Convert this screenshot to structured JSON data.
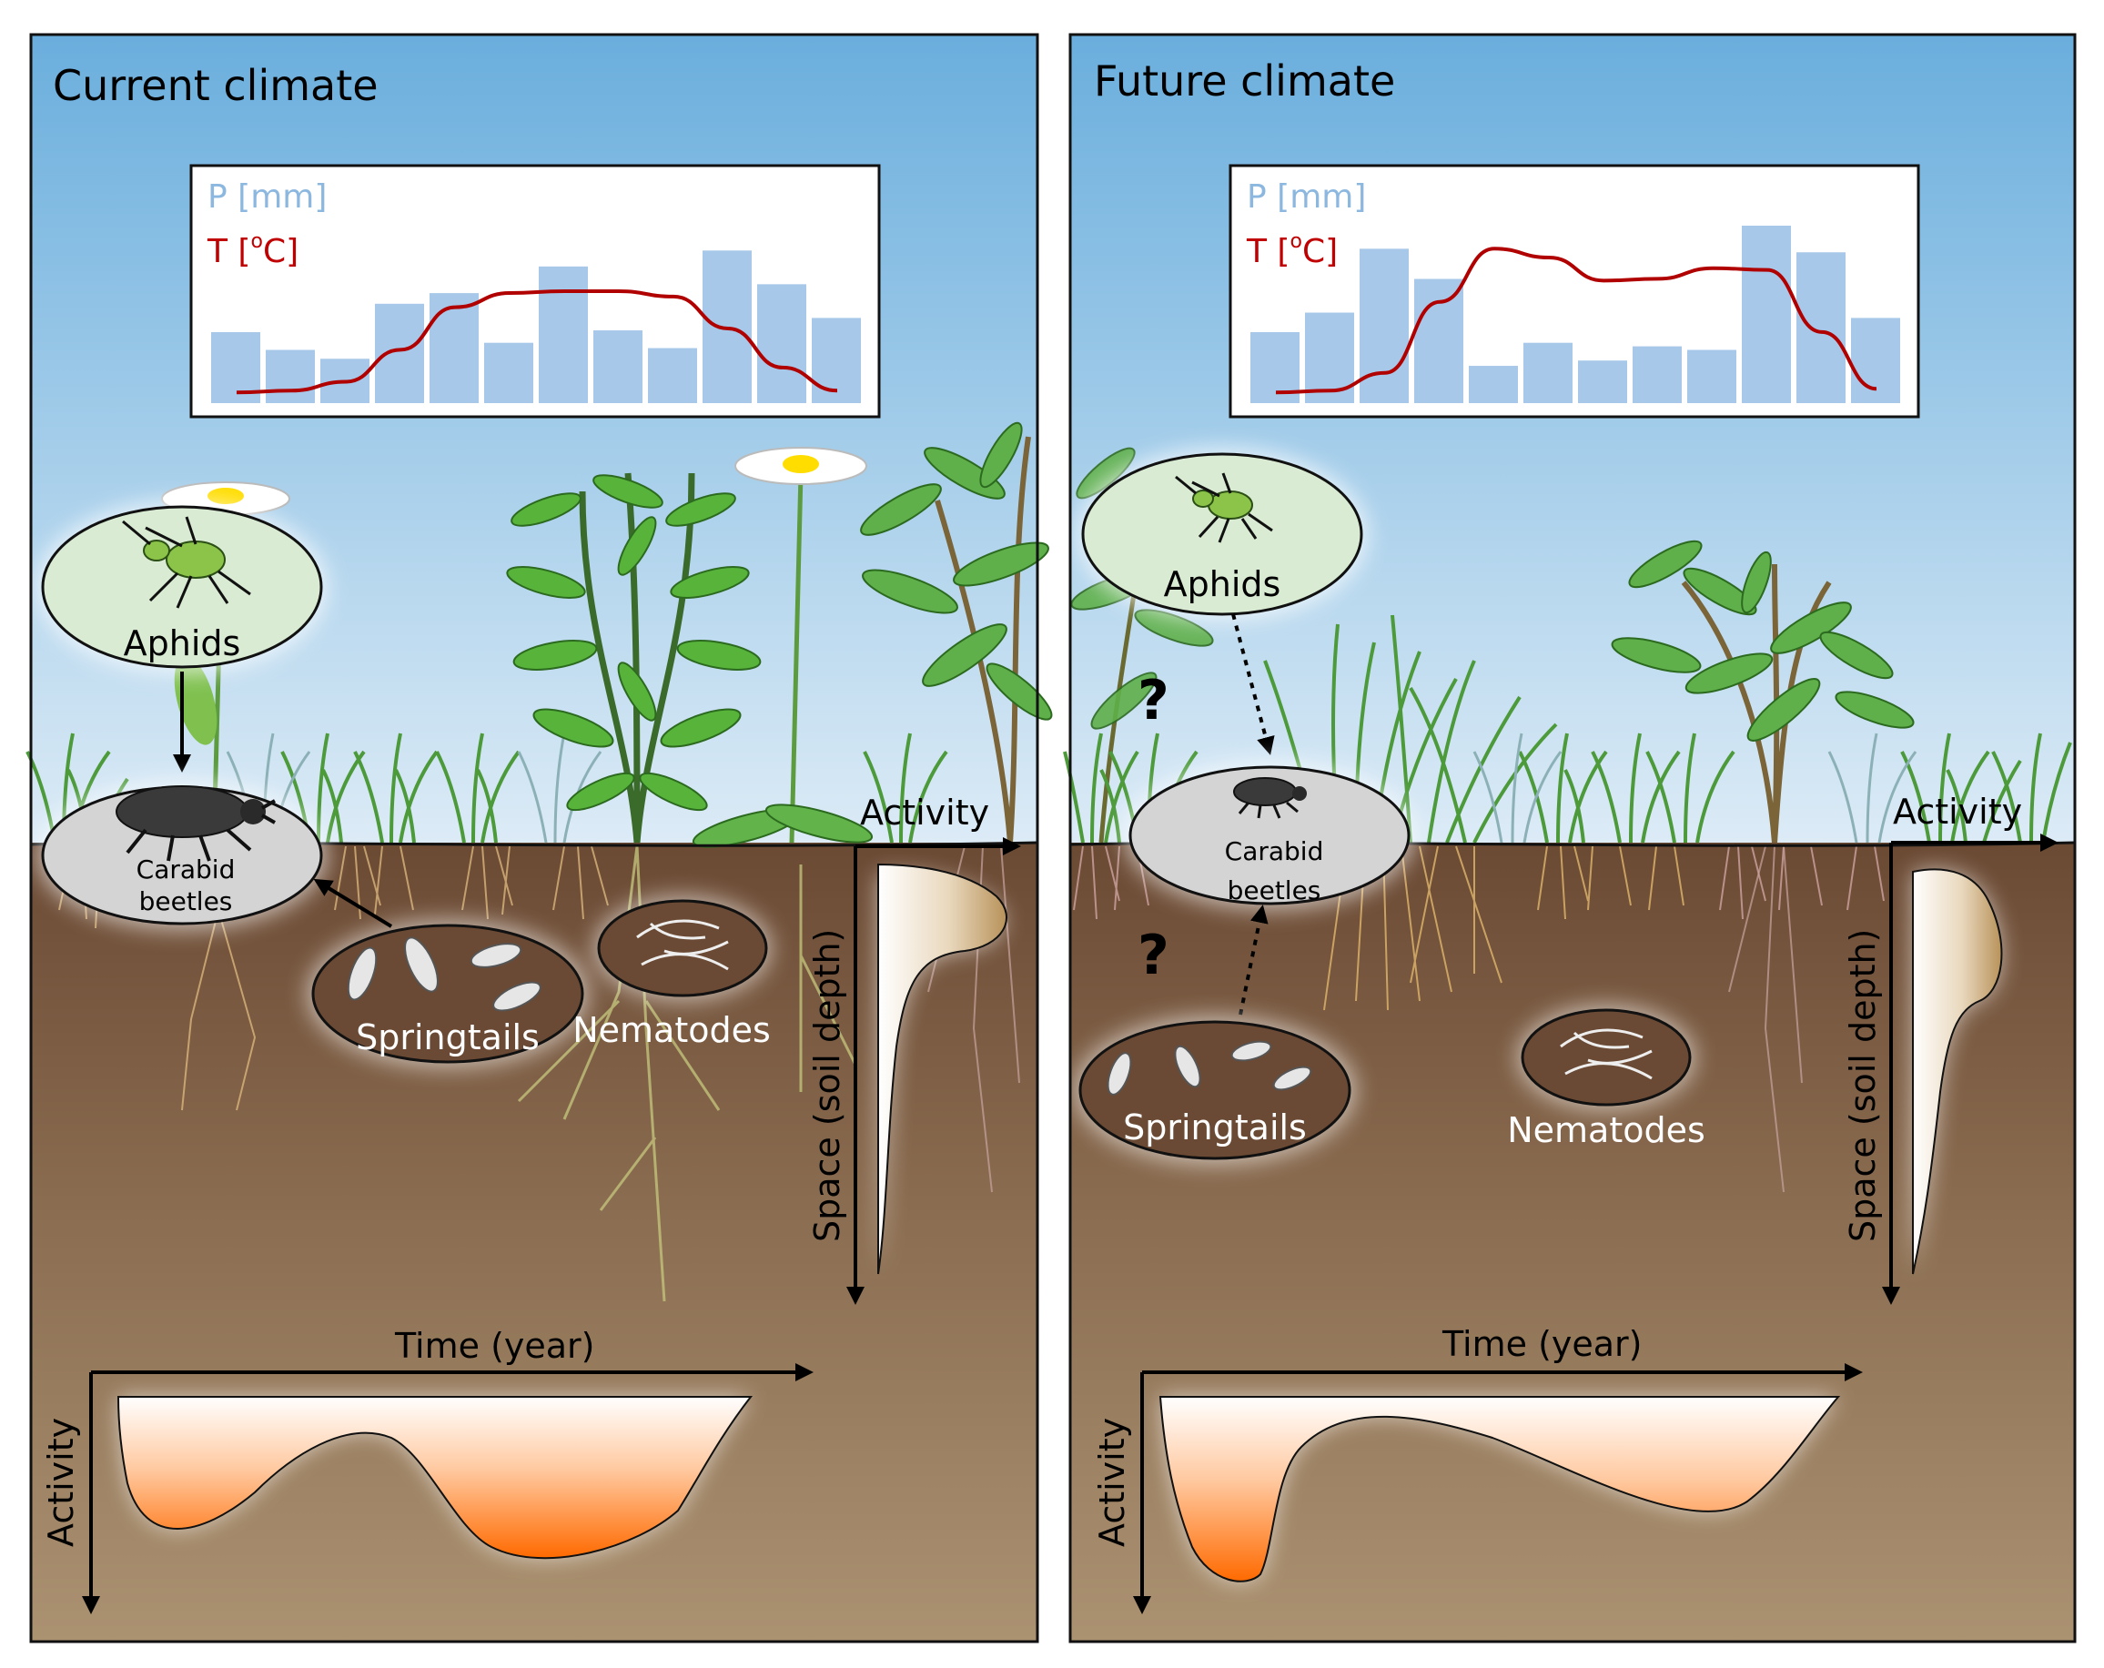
{
  "panels": [
    {
      "title": "Current climate",
      "climate_chart": {
        "p_label": "P [mm]",
        "t_label_main": "T [",
        "t_label_deg": "o",
        "t_label_end": "C]",
        "precip_bars": [
          0.4,
          0.3,
          0.25,
          0.56,
          0.62,
          0.34,
          0.77,
          0.41,
          0.31,
          0.86,
          0.67,
          0.48
        ],
        "temperature_curve": [
          0.04,
          0.05,
          0.1,
          0.28,
          0.52,
          0.6,
          0.61,
          0.61,
          0.58,
          0.4,
          0.18,
          0.05
        ]
      },
      "organisms": {
        "aphids": "Aphids",
        "carabid_line1": "Carabid",
        "carabid_line2": "beetles",
        "springtails": "Springtails",
        "nematodes": "Nematodes"
      },
      "depth_axis": {
        "activity_label": "Activity",
        "space_label": "Space (soil depth)"
      },
      "time_axis": {
        "time_label": "Time (year)",
        "activity_label": "Activity"
      }
    },
    {
      "title": "Future climate",
      "climate_chart": {
        "p_label": "P [mm]",
        "t_label_main": "T [",
        "t_label_deg": "o",
        "t_label_end": "C]",
        "precip_bars": [
          0.4,
          0.51,
          0.87,
          0.7,
          0.21,
          0.34,
          0.24,
          0.32,
          0.3,
          1.0,
          0.85,
          0.48
        ],
        "temperature_curve": [
          0.04,
          0.05,
          0.15,
          0.55,
          0.85,
          0.8,
          0.67,
          0.68,
          0.74,
          0.73,
          0.38,
          0.06
        ]
      },
      "organisms": {
        "aphids": "Aphids",
        "carabid_line1": "Carabid",
        "carabid_line2": "beetles",
        "springtails": "Springtails",
        "nematodes": "Nematodes"
      },
      "unknown_marks": [
        "?",
        "?"
      ],
      "depth_axis": {
        "activity_label": "Activity",
        "space_label": "Space (soil depth)"
      },
      "time_axis": {
        "time_label": "Time (year)",
        "activity_label": "Activity"
      }
    }
  ],
  "colors": {
    "sky_top": "#6aaedd",
    "sky_bottom": "#dcebf6",
    "soil_top": "#6b4a34",
    "soil_bottom": "#ab9271",
    "precip_bar": "#a7c8e8",
    "temperature_line": "#c00000",
    "aphid_bubble": "#d9ebd3",
    "carabid_bubble": "#d4d4d4",
    "soil_bubble": "#6a4a34",
    "activity_gradient_hot": "#ff6a00",
    "depth_profile_brown": "#b8925a"
  }
}
